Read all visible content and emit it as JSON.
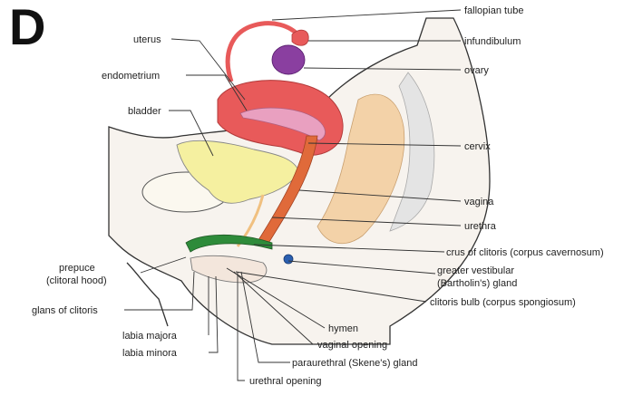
{
  "panel_letter": "D",
  "labels": {
    "fallopian_tube": "fallopian tube",
    "uterus": "uterus",
    "infundibulum": "infundibulum",
    "ovary": "ovary",
    "endometrium": "endometrium",
    "bladder": "bladder",
    "cervix": "cervix",
    "vagina": "vagina",
    "urethra": "urethra",
    "crus": "crus of clitoris (corpus cavernosum)",
    "prepuce_1": "prepuce",
    "prepuce_2": "(clitoral hood)",
    "greater_vestibular_1": "greater vestibular",
    "greater_vestibular_2": "(Bartholin's) gland",
    "clitoris_bulb": "clitoris bulb (corpus spongiosum)",
    "glans": "glans of clitoris",
    "hymen": "hymen",
    "labia_majora": "labia majora",
    "vaginal_opening": "vaginal opening",
    "labia_minora": "labia minora",
    "paraurethral": "paraurethral (Skene's) gland",
    "urethral_opening": "urethral opening"
  },
  "colors": {
    "uterus": "#e85a5a",
    "uterus_light": "#f08a80",
    "endometrium": "#e9a0c0",
    "ovary": "#8a3fa0",
    "bladder": "#f5f0a0",
    "rectum": "#f3d2a8",
    "vagina": "#e06a3a",
    "clitoris": "#2e8b3a",
    "bulb": "#2a5fb0",
    "skin": "#f7f3ee",
    "tissue": "#eeeeee"
  }
}
